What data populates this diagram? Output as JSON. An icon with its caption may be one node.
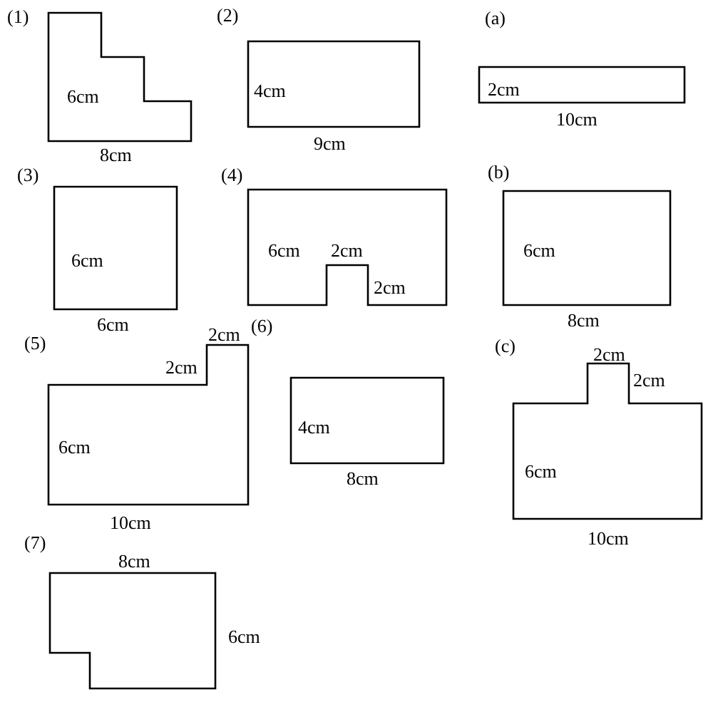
{
  "diagram": {
    "nodes": [
      {
        "text": [
          "(1)",
          "6cm"
        ],
        "beside": [
          "8cm"
        ]
      },
      {
        "text": [
          "(2)",
          "4cm"
        ],
        "beside": [
          "9cm"
        ]
      },
      {
        "text": [
          "(a)",
          "2cm"
        ],
        "beside": [
          "10cm"
        ]
      },
      {
        "text": [
          "(3)",
          "6cm"
        ],
        "beside": [
          "6cm"
        ]
      },
      {
        "text": [
          "(4)",
          "6cm",
          "2cm",
          "2cm"
        ]
      },
      {
        "text": [
          "(b)",
          "6cm"
        ],
        "beside": [
          "8cm"
        ]
      },
      {
        "text": [
          "(5)",
          "6cm"
        ],
        "beside": [
          "2cm",
          "2cm",
          "10cm"
        ]
      },
      {
        "text": [
          "(6)",
          "4cm"
        ],
        "beside": [
          "8cm"
        ]
      },
      {
        "text": [
          "(c)",
          "6cm"
        ],
        "beside": [
          "2cm",
          "2cm",
          "10cm"
        ]
      },
      {
        "text": [
          "(7)"
        ],
        "beside": [
          "8cm",
          "6cm"
        ]
      }
    ]
  }
}
